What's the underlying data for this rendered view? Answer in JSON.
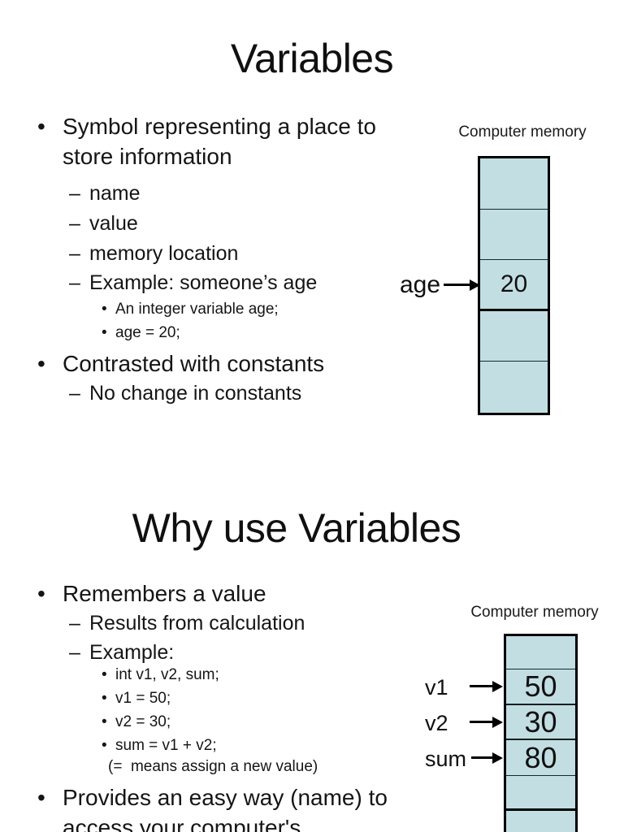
{
  "slide1": {
    "title": "Variables",
    "bullets": [
      {
        "level": 1,
        "marker": "•",
        "text": "Symbol representing a place to store information"
      },
      {
        "level": 2,
        "marker": "–",
        "text": "name"
      },
      {
        "level": 2,
        "marker": "–",
        "text": "value"
      },
      {
        "level": 2,
        "marker": "–",
        "text": "memory location"
      },
      {
        "level": 2,
        "marker": "–",
        "text": "Example: someone’s age"
      },
      {
        "level": 3,
        "marker": "•",
        "text": "An integer variable age;"
      },
      {
        "level": 3,
        "marker": "•",
        "text": "age = 20;"
      },
      {
        "level": 1,
        "marker": "•",
        "text": "Contrasted with constants"
      },
      {
        "level": 2,
        "marker": "–",
        "text": "No change in constants"
      }
    ],
    "diagram": {
      "label": "Computer memory",
      "rows": [
        "",
        "",
        "20",
        "",
        ""
      ],
      "pointer": {
        "label": "age",
        "points_to_row": 2,
        "value": "20"
      },
      "cell_fill": "#c2dee2",
      "border_color": "#000000"
    }
  },
  "slide2": {
    "title": "Why use Variables",
    "bullets": [
      {
        "level": 1,
        "marker": "•",
        "text": "Remembers a value"
      },
      {
        "level": 2,
        "marker": "–",
        "text": "Results from calculation"
      },
      {
        "level": 2,
        "marker": "–",
        "text": "Example:"
      },
      {
        "level": 3,
        "marker": "•",
        "text": "int v1, v2, sum;"
      },
      {
        "level": 3,
        "marker": "•",
        "text": "v1 = 50;"
      },
      {
        "level": 3,
        "marker": "•",
        "text": "v2 = 30;"
      },
      {
        "level": 3,
        "marker": "•",
        "text": "sum = v1 + v2;"
      }
    ],
    "note": "(=  means assign a new value)",
    "closing_bullet": {
      "marker": "•",
      "text": "Provides an easy way (name) to access your computer's"
    },
    "diagram": {
      "label": "Computer memory",
      "rows": [
        "",
        "50",
        "30",
        "80",
        "",
        ""
      ],
      "pointers": [
        {
          "label": "v1",
          "points_to_row": 1,
          "value": "50"
        },
        {
          "label": "v2",
          "points_to_row": 2,
          "value": "30"
        },
        {
          "label": "sum",
          "points_to_row": 3,
          "value": "80"
        }
      ],
      "cell_fill": "#c2dee2",
      "border_color": "#000000"
    }
  }
}
